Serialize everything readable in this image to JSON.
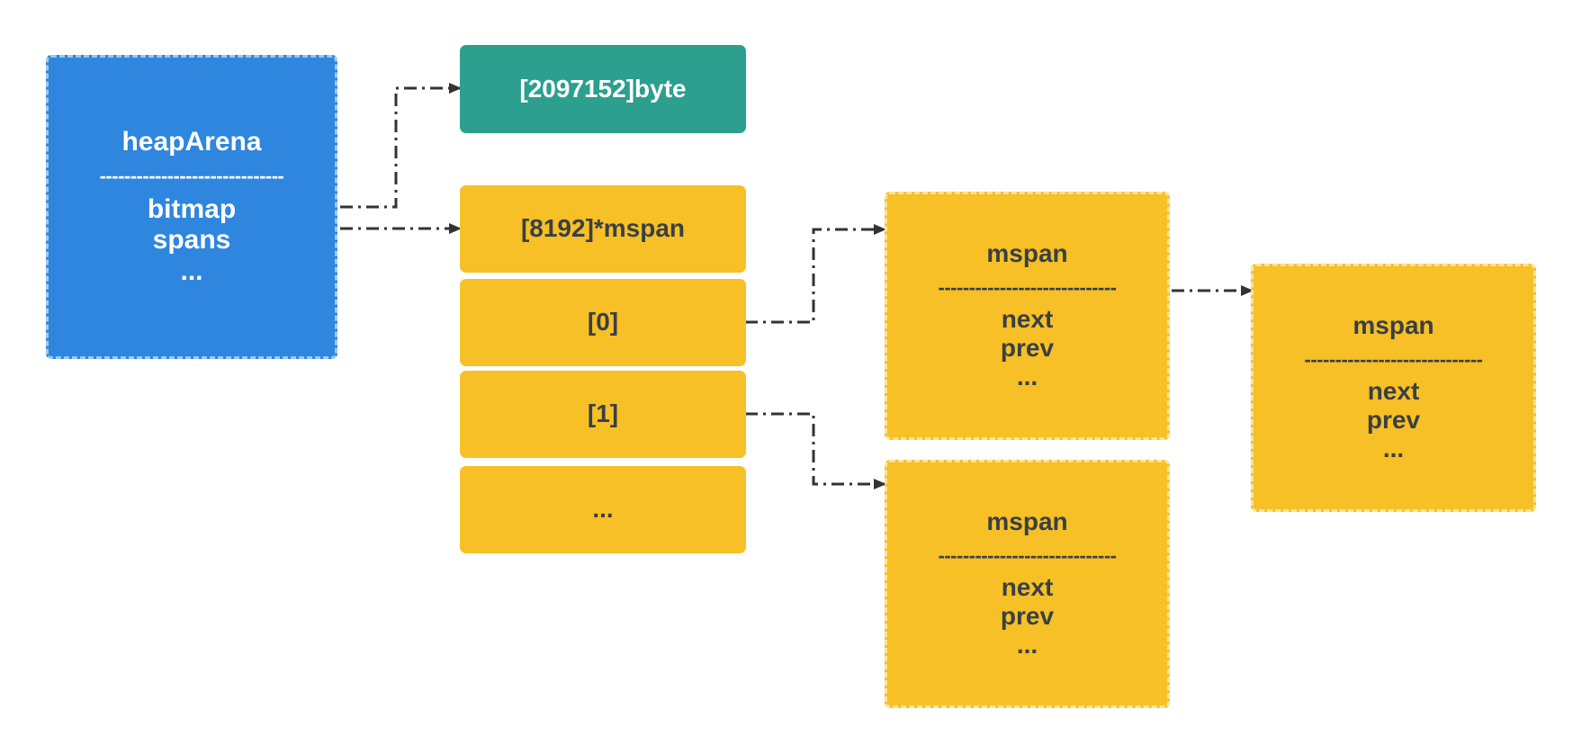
{
  "heapArena": {
    "title": "heapArena",
    "separator": "------------------------------",
    "fields": [
      "bitmap",
      "spans",
      "..."
    ]
  },
  "byte_array": {
    "label": "[2097152]byte"
  },
  "mspan_array": {
    "header": "[8192]*mspan",
    "slots": [
      "[0]",
      "[1]",
      "..."
    ]
  },
  "mspan_nodes": [
    {
      "title": "mspan",
      "separator": "-----------------------------",
      "fields": [
        "next",
        "prev",
        "..."
      ]
    },
    {
      "title": "mspan",
      "separator": "-----------------------------",
      "fields": [
        "next",
        "prev",
        "..."
      ]
    },
    {
      "title": "mspan",
      "separator": "-----------------------------",
      "fields": [
        "next",
        "prev",
        "..."
      ]
    }
  ],
  "colors": {
    "blue": "#2e86de",
    "teal": "#2c9f8e",
    "yellow": "#f6c026",
    "text_dark": "#3a3f44",
    "connector": "#333333"
  }
}
